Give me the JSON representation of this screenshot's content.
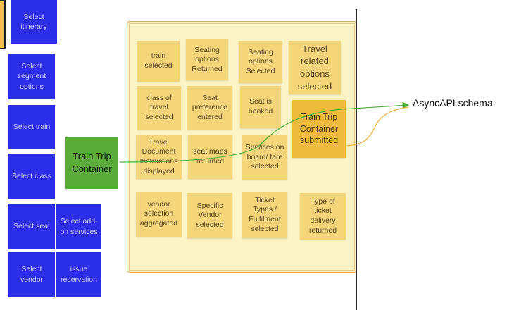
{
  "commands": {
    "select_itinerary": "Select itinerary",
    "select_segment_options": "Select segment options",
    "select_train": "Select train",
    "select_class": "Select class",
    "select_seat": "Select seat",
    "select_add_on_services": "Select add-on services",
    "select_vendor": "Select vendor",
    "issue_reservation": "issue reservation"
  },
  "aggregate": {
    "label": "Train Trip Container"
  },
  "events": {
    "train_selected": "train selected",
    "seating_options_returned": "Seating options Returned",
    "seating_options_selected": "Seating options Selected",
    "travel_related_options_selected": "Travel related options selected",
    "class_of_travel_selected": "class of travel selected",
    "seat_preference_entered": "Seat preference entered",
    "seat_is_booked": "Seat is booked",
    "train_trip_container_submitted": "Train Trip Container submitted",
    "travel_document_instructions_displayed": "Travel Document Instructions displayed",
    "seat_maps_returned": "seat maps returned",
    "services_on_board_fare_selected": "Services on board/ fare selected",
    "vendor_selection_aggregated": "vendor selection aggregated",
    "specific_vendor_selected": "Specific Vendor selected",
    "ticket_types_fulfilment_selected": "Ticket Types / Fulfilment selected",
    "type_of_ticket_delivery_returned": "Type of ticket delivery returned"
  },
  "schema": {
    "label": "AsyncAPI schema"
  },
  "colors": {
    "command": "#2d2ee8",
    "event": "#f5d57a",
    "event_highlight": "#efbb3c",
    "aggregate": "#5aab3a",
    "board": "#fbf3c3",
    "connector_green": "#4caf3a",
    "connector_orange": "#f0b23c"
  }
}
